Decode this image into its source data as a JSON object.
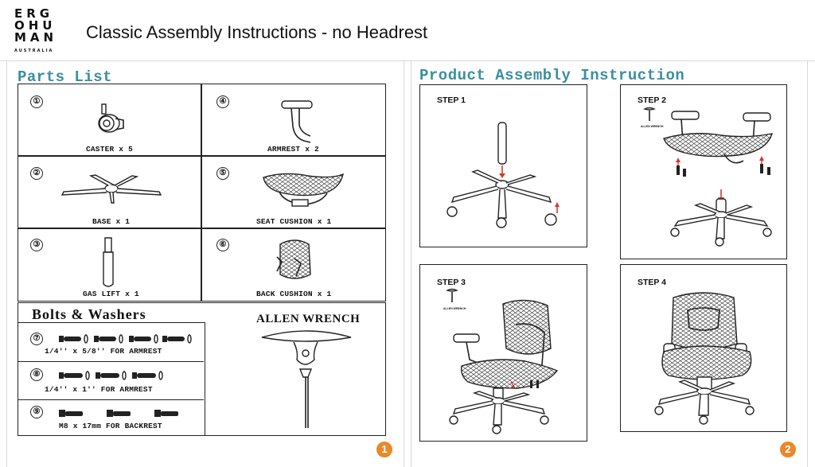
{
  "header": {
    "logo_lines": [
      "ERG",
      "OHU",
      "MAN"
    ],
    "logo_sub": "AUSTRALIA",
    "title": "Classic Assembly Instructions - no Headrest"
  },
  "parts_list": {
    "title": "Parts List",
    "items": [
      {
        "num": "①",
        "caption": "CASTER x 5"
      },
      {
        "num": "④",
        "caption": "ARMREST x 2"
      },
      {
        "num": "②",
        "caption": "BASE x 1"
      },
      {
        "num": "⑤",
        "caption": "SEAT CUSHION x 1"
      },
      {
        "num": "③",
        "caption": "GAS LIFT x 1"
      },
      {
        "num": "⑥",
        "caption": "BACK CUSHION x 1"
      }
    ]
  },
  "bolts": {
    "title": "Bolts & Washers",
    "items": [
      {
        "num": "⑦",
        "caption": "1/4'' x 5/8'' FOR ARMREST"
      },
      {
        "num": "⑧",
        "caption": "1/4'' x 1'' FOR ARMREST"
      },
      {
        "num": "⑨",
        "caption": "M8 x 17mm FOR BACKREST"
      }
    ],
    "wrench_title": "ALLEN WRENCH"
  },
  "assembly": {
    "title": "Product Assembly Instruction",
    "steps": [
      "STEP 1",
      "STEP 2",
      "STEP 3",
      "STEP 4"
    ],
    "allen_label": "ALLEN WRENCH"
  },
  "page_numbers": [
    "1",
    "2"
  ],
  "colors": {
    "accent": "#3a8fa0",
    "badge": "#e8892b",
    "arrow": "#d43a2a"
  }
}
